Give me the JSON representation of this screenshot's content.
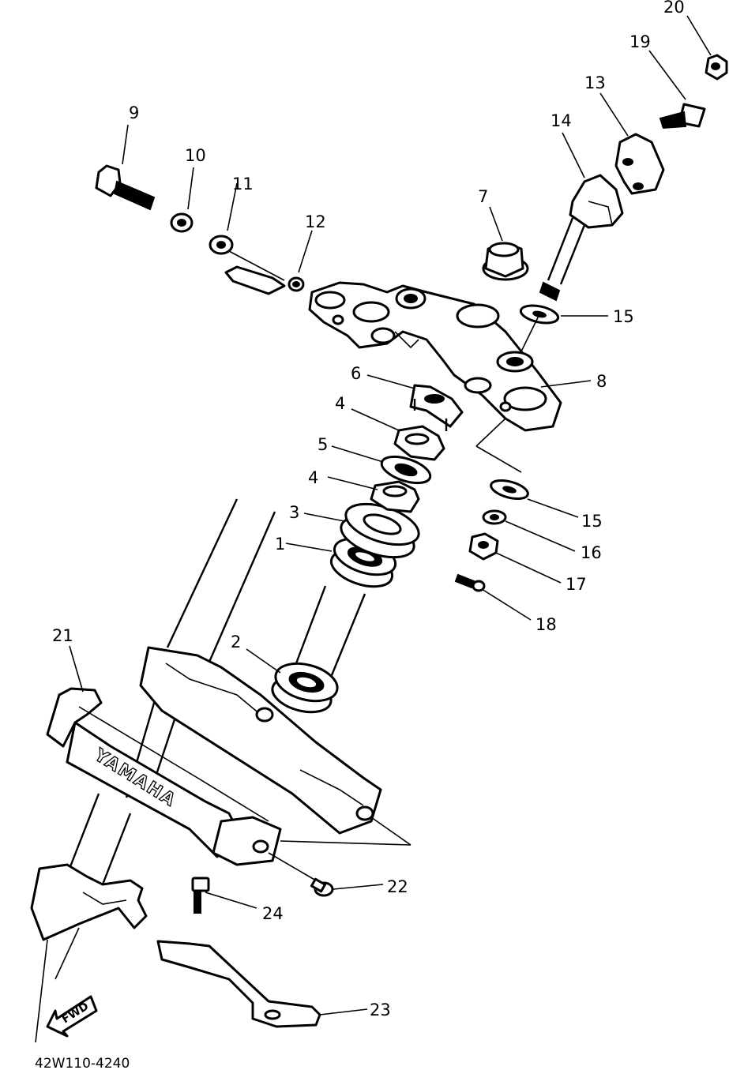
{
  "diagram": {
    "catalog_number": "42W110-4240",
    "brand_emboss": "YAMAHA",
    "direction_arrow": "FWD",
    "callouts": [
      {
        "id": "1",
        "text": "1"
      },
      {
        "id": "2",
        "text": "2"
      },
      {
        "id": "3",
        "text": "3"
      },
      {
        "id": "4a",
        "text": "4"
      },
      {
        "id": "4b",
        "text": "4"
      },
      {
        "id": "5",
        "text": "5"
      },
      {
        "id": "6",
        "text": "6"
      },
      {
        "id": "7",
        "text": "7"
      },
      {
        "id": "8",
        "text": "8"
      },
      {
        "id": "9",
        "text": "9"
      },
      {
        "id": "10",
        "text": "10"
      },
      {
        "id": "11",
        "text": "11"
      },
      {
        "id": "12",
        "text": "12"
      },
      {
        "id": "13",
        "text": "13"
      },
      {
        "id": "14",
        "text": "14"
      },
      {
        "id": "15a",
        "text": "15"
      },
      {
        "id": "15b",
        "text": "15"
      },
      {
        "id": "16",
        "text": "16"
      },
      {
        "id": "17",
        "text": "17"
      },
      {
        "id": "18",
        "text": "18"
      },
      {
        "id": "19",
        "text": "19"
      },
      {
        "id": "20",
        "text": "20"
      },
      {
        "id": "21",
        "text": "21"
      },
      {
        "id": "22",
        "text": "22"
      },
      {
        "id": "23",
        "text": "23"
      },
      {
        "id": "24",
        "text": "24"
      }
    ]
  }
}
